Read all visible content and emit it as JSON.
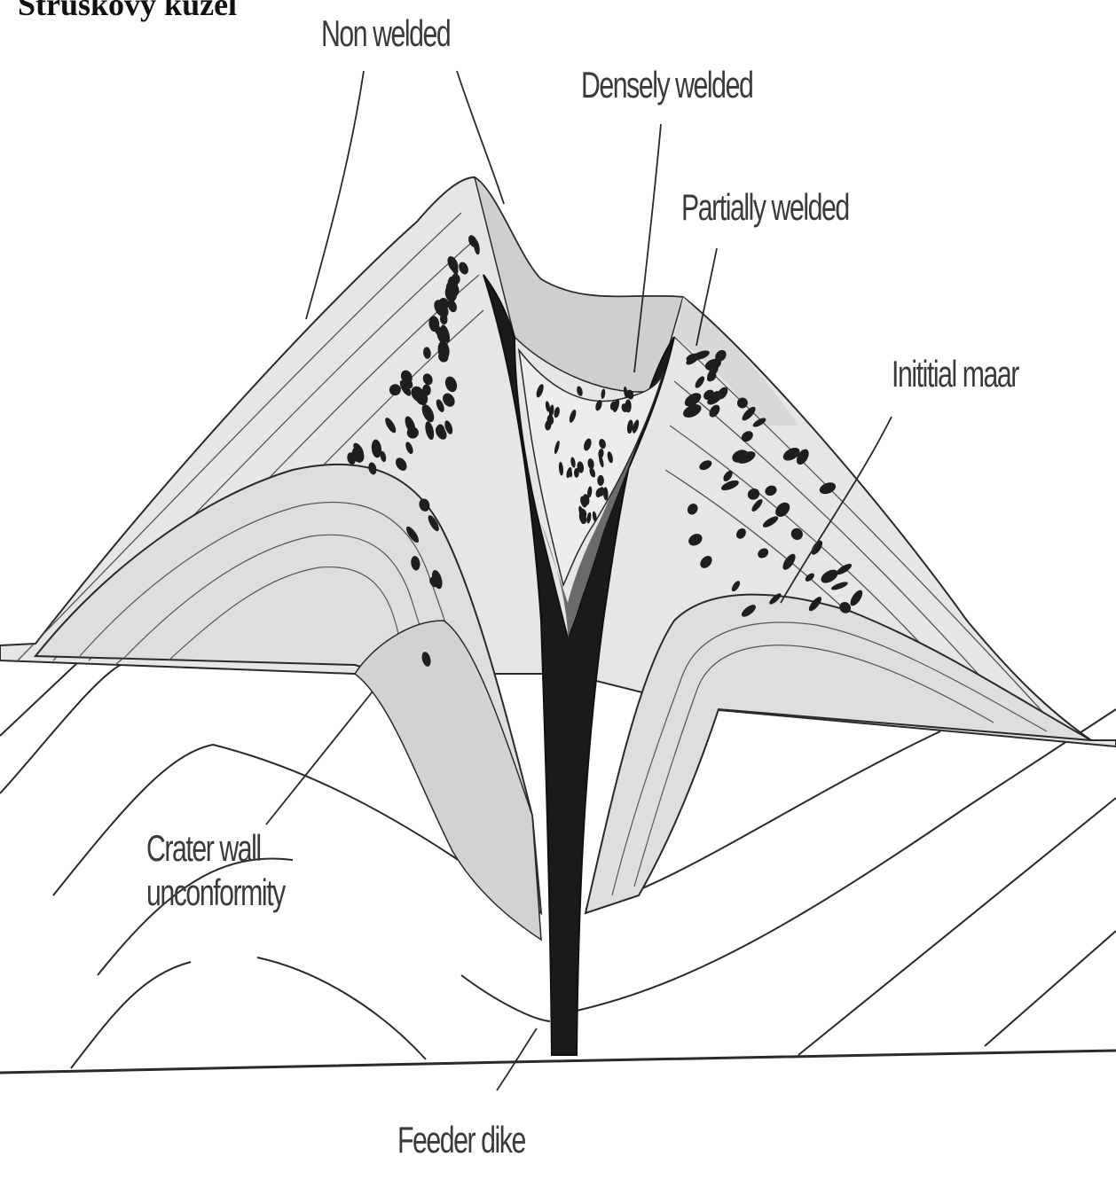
{
  "title": "Struskový kužel",
  "labels": {
    "non_welded": "Non welded",
    "densely_welded": "Densely welded",
    "partially_welded": "Partially welded",
    "initial_maar": "Inititial maar",
    "crater_wall_1": "Crater wall",
    "crater_wall_2": "unconformity",
    "feeder_dike": "Feeder dike"
  },
  "colors": {
    "background": "#ffffff",
    "line": "#2a2a2a",
    "cone_fill": "#e6e6e6",
    "crater_fill": "#cfcfcf",
    "conduit": "#1a1a1a",
    "bedding_fill": "#dedede"
  }
}
